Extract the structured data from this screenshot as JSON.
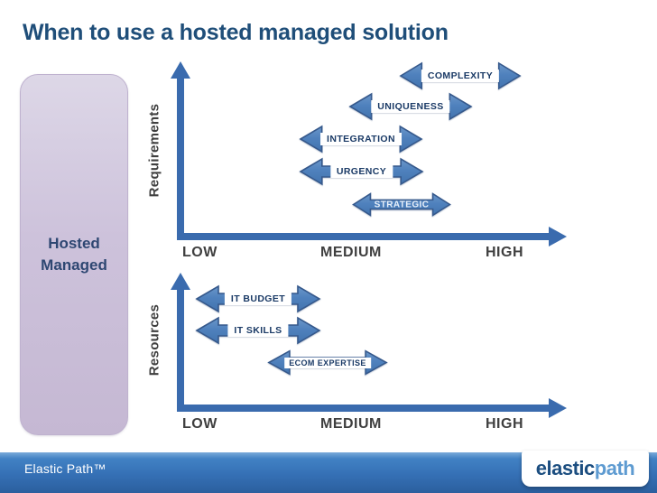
{
  "slide": {
    "title": "When to use a hosted managed solution"
  },
  "solution_box": {
    "line1": "Hosted",
    "line2": "Managed"
  },
  "charts": [
    {
      "y_axis_label": "Requirements",
      "x_ticks": [
        "LOW",
        "MEDIUM",
        "HIGH"
      ],
      "arrows": [
        {
          "label": "COMPLEXITY",
          "position": "medium to high"
        },
        {
          "label": "UNIQUENESS",
          "position": "medium to high"
        },
        {
          "label": "INTEGRATION",
          "position": "low-medium to medium-high"
        },
        {
          "label": "URGENCY",
          "position": "low-medium to medium-high"
        },
        {
          "label": "STRATEGIC",
          "position": "around medium"
        }
      ]
    },
    {
      "y_axis_label": "Resources",
      "x_ticks": [
        "LOW",
        "MEDIUM",
        "HIGH"
      ],
      "arrows": [
        {
          "label": "IT BUDGET",
          "position": "low to medium"
        },
        {
          "label": "IT SKILLS",
          "position": "low to medium"
        },
        {
          "label": "ECOM EXPERTISE",
          "position": "low-medium to medium-high"
        }
      ]
    }
  ],
  "footer": {
    "text": "Elastic Path™",
    "logo_part1": "elastic",
    "logo_part2": "path"
  },
  "colors": {
    "title": "#1F4E79",
    "arrow_fill": "#4F81BD",
    "arrow_border": "#36598C",
    "axis": "#3A6BAE",
    "axis_text": "#3F3F3F",
    "solution_box_fill": "#CCC1DA",
    "solution_box_text": "#2E4772",
    "footer_bar": "#3570B5",
    "logo_dark_blue": "#1C4E80",
    "logo_light_blue": "#5E9BD1"
  }
}
